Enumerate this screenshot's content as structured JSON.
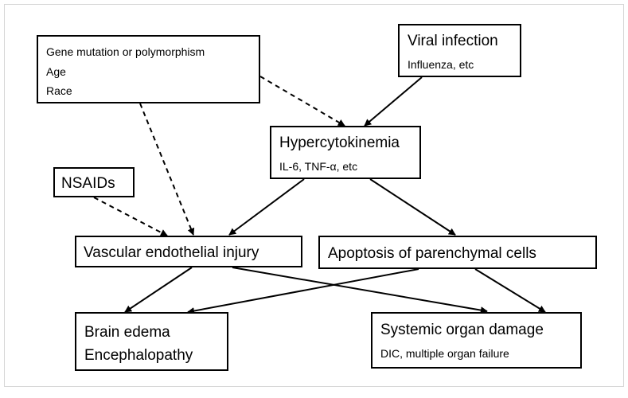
{
  "nodes": {
    "genetic": {
      "lines": [
        "Gene mutation or polymorphism",
        "Age",
        "Race"
      ]
    },
    "viral": {
      "title": "Viral infection",
      "subtitle": "Influenza, etc"
    },
    "hyper": {
      "title": "Hypercytokinemia",
      "subtitle": "IL-6, TNF-α, etc"
    },
    "nsaids": {
      "title": "NSAIDs"
    },
    "vascular": {
      "title": "Vascular endothelial injury"
    },
    "apoptosis": {
      "title": "Apoptosis of parenchymal cells"
    },
    "brain": {
      "lines": [
        "Brain edema",
        "Encephalopathy"
      ]
    },
    "organ": {
      "title": "Systemic organ damage",
      "subtitle": "DIC, multiple organ failure"
    }
  },
  "edges": [
    {
      "from": "genetic",
      "to": "hyper",
      "style": "dashed"
    },
    {
      "from": "genetic",
      "to": "vascular",
      "style": "dashed"
    },
    {
      "from": "viral",
      "to": "hyper",
      "style": "solid"
    },
    {
      "from": "nsaids",
      "to": "vascular",
      "style": "dashed"
    },
    {
      "from": "hyper",
      "to": "vascular",
      "style": "solid"
    },
    {
      "from": "hyper",
      "to": "apoptosis",
      "style": "solid"
    },
    {
      "from": "vascular",
      "to": "brain",
      "style": "solid"
    },
    {
      "from": "vascular",
      "to": "organ",
      "style": "solid"
    },
    {
      "from": "apoptosis",
      "to": "brain",
      "style": "solid"
    },
    {
      "from": "apoptosis",
      "to": "organ",
      "style": "solid"
    }
  ]
}
